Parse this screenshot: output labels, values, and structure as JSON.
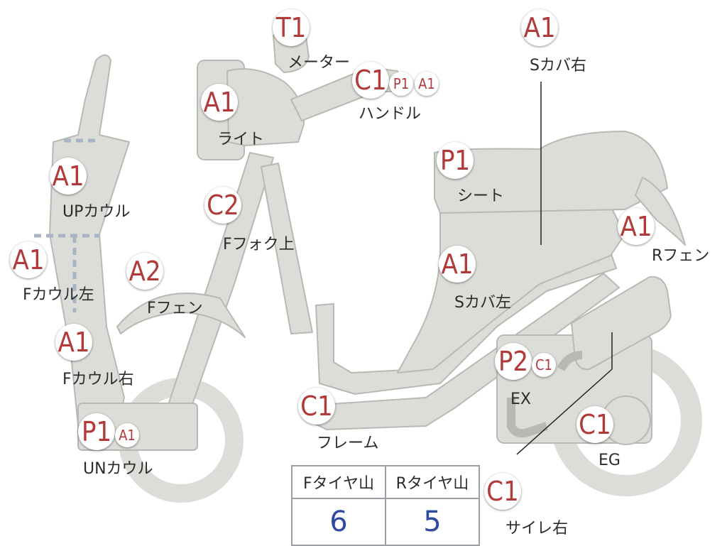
{
  "colors": {
    "part_fill": "#dcdcd8",
    "part_stroke": "#b9b9b4",
    "badge_text": "#b23a3a",
    "value_text": "#2f4aa0",
    "dashed": "#a8b4c4"
  },
  "parts": [
    {
      "key": "meter",
      "badge": "T1",
      "label": "メーター",
      "extra_badges": []
    },
    {
      "key": "light",
      "badge": "A1",
      "label": "ライト",
      "extra_badges": []
    },
    {
      "key": "handle",
      "badge": "C1",
      "label": "ハンドル",
      "extra_badges": [
        "P1",
        "A1"
      ]
    },
    {
      "key": "s_cover_right",
      "badge": "A1",
      "label": "Sカバ右",
      "extra_badges": []
    },
    {
      "key": "up_cowl",
      "badge": "A1",
      "label": "UPカウル",
      "extra_badges": []
    },
    {
      "key": "f_fork_upper",
      "badge": "C2",
      "label": "Fフォク上",
      "extra_badges": []
    },
    {
      "key": "seat",
      "badge": "P1",
      "label": "シート",
      "extra_badges": []
    },
    {
      "key": "r_fender",
      "badge": "A1",
      "label": "Rフェン",
      "extra_badges": []
    },
    {
      "key": "f_cowl_left",
      "badge": "A1",
      "label": "Fカウル左",
      "extra_badges": []
    },
    {
      "key": "f_fender",
      "badge": "A2",
      "label": "Fフェン",
      "extra_badges": []
    },
    {
      "key": "s_cover_left",
      "badge": "A1",
      "label": "Sカバ左",
      "extra_badges": []
    },
    {
      "key": "f_cowl_right",
      "badge": "A1",
      "label": "Fカウル右",
      "extra_badges": []
    },
    {
      "key": "ex",
      "badge": "P2",
      "label": "EX",
      "extra_badges": [
        "C1"
      ]
    },
    {
      "key": "frame",
      "badge": "C1",
      "label": "フレーム",
      "extra_badges": []
    },
    {
      "key": "eg",
      "badge": "C1",
      "label": "EG",
      "extra_badges": []
    },
    {
      "key": "un_cowl",
      "badge": "P1",
      "label": "UNカウル",
      "extra_badges": [
        "A1"
      ]
    },
    {
      "key": "muffler_right",
      "badge": "C1",
      "label": "サイレ右",
      "extra_badges": []
    }
  ],
  "tread": {
    "headers": [
      "Fタイヤ山",
      "Rタイヤ山"
    ],
    "values": [
      "6",
      "5"
    ]
  }
}
